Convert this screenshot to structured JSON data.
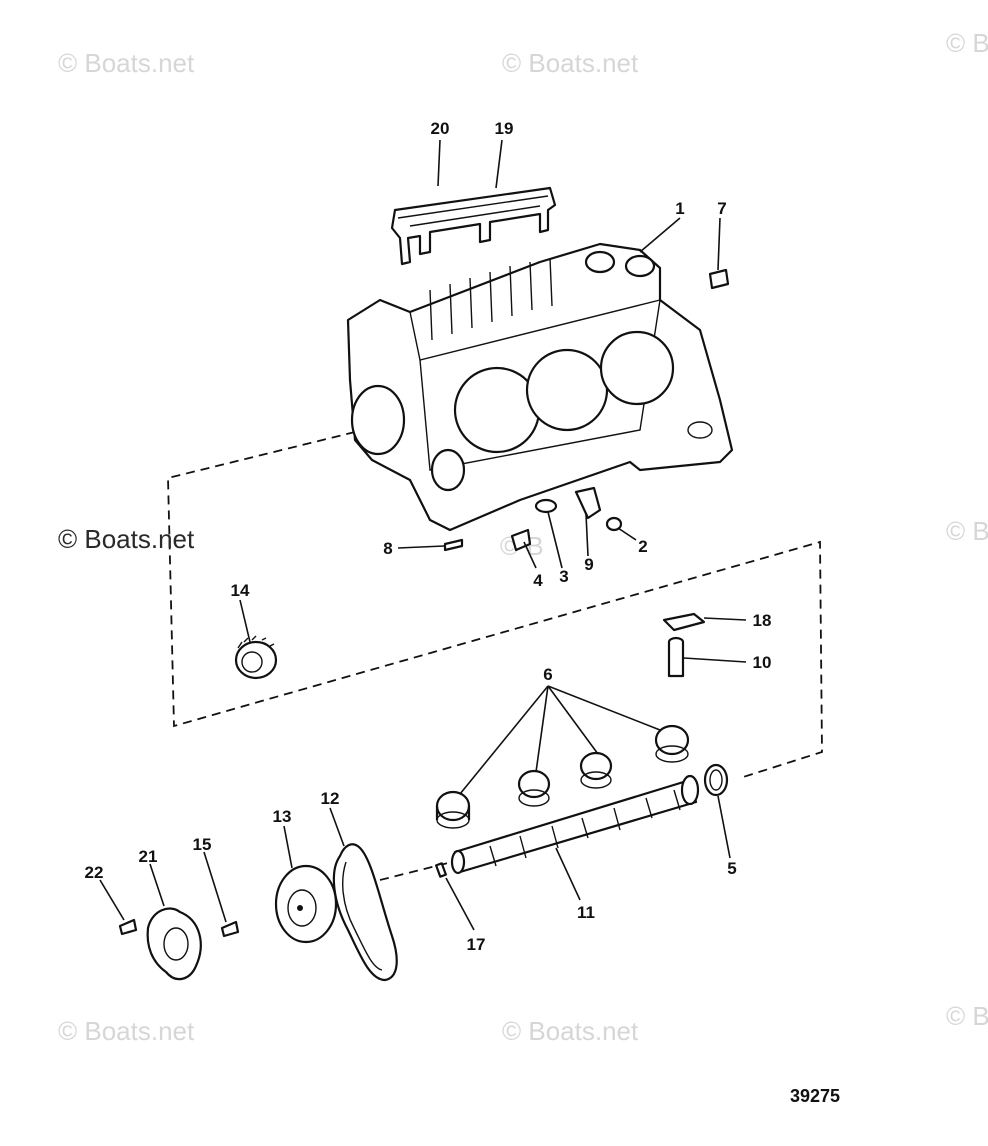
{
  "watermarks": [
    {
      "text": "© Boats.net"
    },
    {
      "text": "© Boats.net"
    },
    {
      "text": "© B"
    },
    {
      "text": "© Boats.net"
    },
    {
      "text": "© B"
    },
    {
      "text": "© Boats.net"
    },
    {
      "text": "© Boats.net"
    },
    {
      "text": "© B"
    },
    {
      "text": "© Boats.net"
    }
  ],
  "callouts": {
    "c1": "1",
    "c2": "2",
    "c3": "3",
    "c4": "4",
    "c5": "5",
    "c6": "6",
    "c7": "7",
    "c8": "8",
    "c9": "9",
    "c10": "10",
    "c11": "11",
    "c12": "12",
    "c13": "13",
    "c14": "14",
    "c15": "15",
    "c17": "17",
    "c18": "18",
    "c19": "19",
    "c20": "20",
    "c21": "21",
    "c22": "22"
  },
  "figure_number": "39275"
}
